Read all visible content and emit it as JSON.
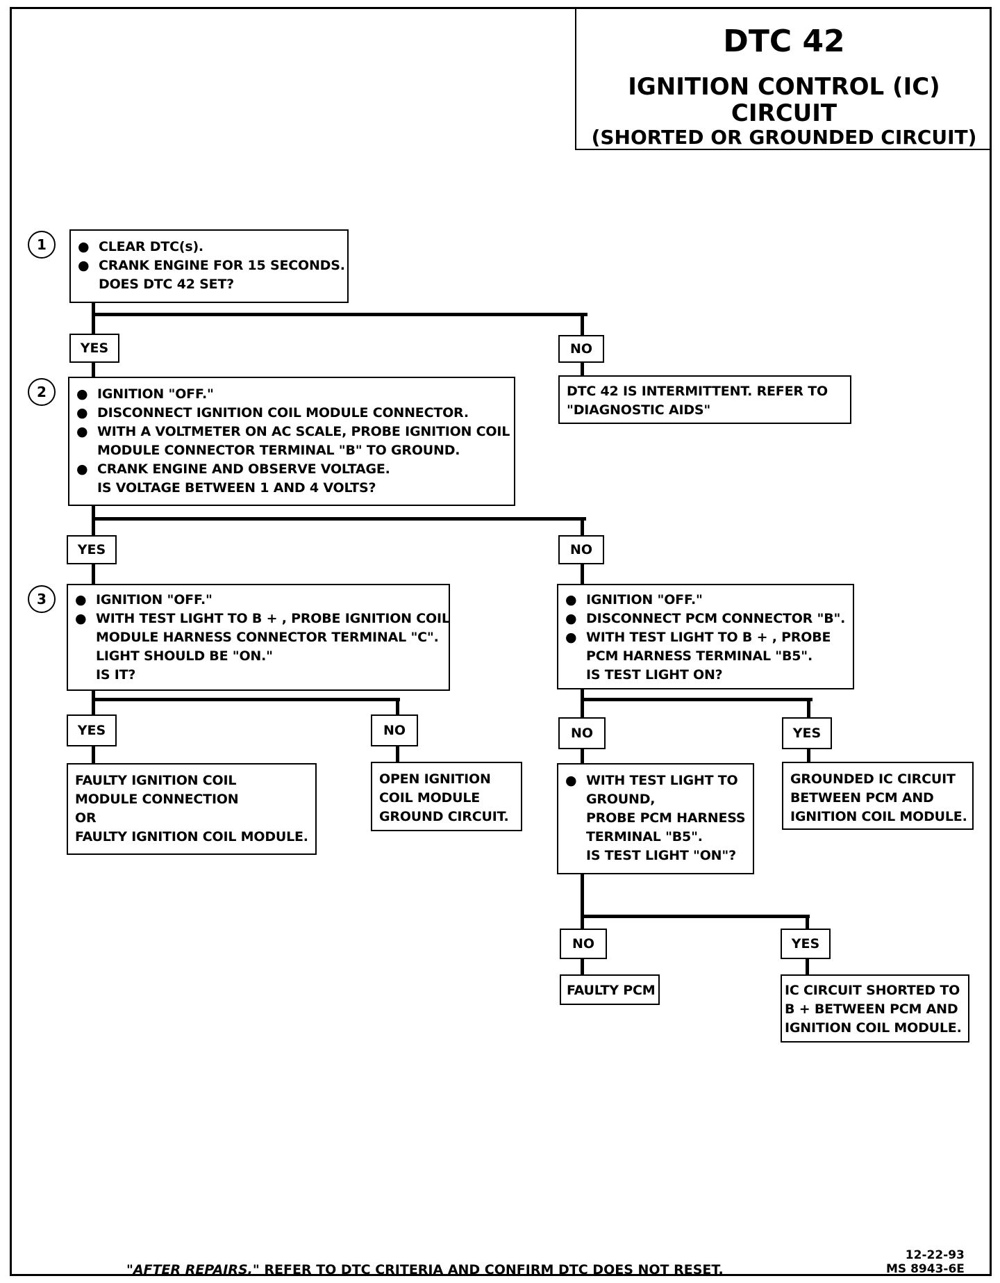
{
  "title": {
    "code": "DTC 42",
    "line1": "IGNITION CONTROL (IC) CIRCUIT",
    "line2": "(SHORTED OR GROUNDED CIRCUIT)"
  },
  "steps": {
    "s1": "1",
    "s2": "2",
    "s3": "3"
  },
  "bullet": "●",
  "box1": {
    "b1": "CLEAR DTC(s).",
    "b2": "CRANK ENGINE FOR 15 SECONDS.",
    "q": "DOES DTC 42 SET?"
  },
  "box2": {
    "b1": "IGNITION \"OFF.\"",
    "b2": "DISCONNECT IGNITION COIL MODULE CONNECTOR.",
    "b3a": "WITH A VOLTMETER ON AC SCALE, PROBE IGNITION COIL",
    "b3b": "MODULE CONNECTOR TERMINAL \"B\" TO GROUND.",
    "b4": "CRANK ENGINE AND OBSERVE VOLTAGE.",
    "q": "IS VOLTAGE BETWEEN 1 AND 4 VOLTS?"
  },
  "box_intermittent": {
    "l1": "DTC 42 IS INTERMITTENT.  REFER TO",
    "l2": "\"DIAGNOSTIC AIDS\""
  },
  "box3": {
    "b1": "IGNITION \"OFF.\"",
    "b2a": "WITH TEST LIGHT TO B + , PROBE IGNITION COIL",
    "b2b": "MODULE HARNESS CONNECTOR TERMINAL \"C\".",
    "b2c": "LIGHT SHOULD BE \"ON.\"",
    "q": "IS IT?"
  },
  "box_pcm": {
    "b1": "IGNITION \"OFF.\"",
    "b2": "DISCONNECT PCM CONNECTOR \"B\".",
    "b3a": "WITH TEST LIGHT TO B + , PROBE",
    "b3b": "PCM HARNESS TERMINAL \"B5\".",
    "q": "IS TEST LIGHT ON?"
  },
  "box_faulty_module": {
    "l1": "FAULTY IGNITION COIL",
    "l2": "MODULE CONNECTION",
    "l3": "OR",
    "l4": "FAULTY IGNITION COIL MODULE."
  },
  "box_open_ground": {
    "l1": "OPEN IGNITION",
    "l2": "COIL MODULE",
    "l3": "GROUND CIRCUIT."
  },
  "box_ground_test": {
    "b1a": "WITH TEST LIGHT TO",
    "b1b": "GROUND,",
    "b1c": "PROBE PCM HARNESS",
    "b1d": "TERMINAL \"B5\".",
    "q": "IS TEST LIGHT \"ON\"?"
  },
  "box_grounded_ic": {
    "l1": "GROUNDED IC CIRCUIT",
    "l2": "BETWEEN PCM AND",
    "l3": "IGNITION COIL MODULE."
  },
  "box_faulty_pcm": {
    "l1": "FAULTY PCM"
  },
  "box_shorted_ic": {
    "l1": "IC CIRCUIT SHORTED TO",
    "l2": "B + BETWEEN PCM AND",
    "l3": "IGNITION COIL MODULE."
  },
  "labels": {
    "yes": "YES",
    "no": "NO"
  },
  "footer": {
    "note_em": "\"AFTER REPAIRS,\"",
    "note_rest": " REFER TO DTC CRITERIA  AND CONFIRM DTC DOES NOT RESET.",
    "date": "12-22-93",
    "doc": "MS 8943-6E"
  }
}
